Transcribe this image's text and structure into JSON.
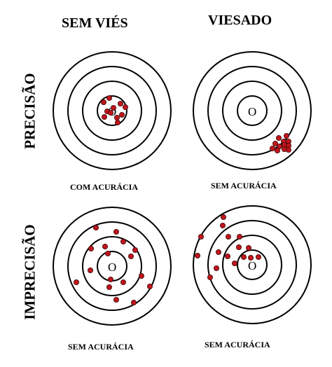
{
  "headers": {
    "left": "SEM VIÉS",
    "right": "VIESADO"
  },
  "rows": {
    "top": "PRECISÃO",
    "bottom": "IMPRECISÃO"
  },
  "captions": {
    "top_left": "COM ACURÁCIA",
    "top_right": "SEM ACURÁCIA",
    "bottom_left": "SEM ACURÁCIA",
    "bottom_right": "SEM ACURÁCIA"
  },
  "center_marker": "O",
  "colors": {
    "shot": "#c0151c",
    "ring": "#000000",
    "background": "#ffffff"
  },
  "targets": [
    {
      "id": "precise-unbiased",
      "rings": 4,
      "shots": 11
    },
    {
      "id": "precise-biased",
      "rings": 4,
      "shots": 12
    },
    {
      "id": "imprecise-unbiased",
      "rings": 4,
      "shots": 17
    },
    {
      "id": "imprecise-biased",
      "rings": 4,
      "shots": 16
    }
  ]
}
